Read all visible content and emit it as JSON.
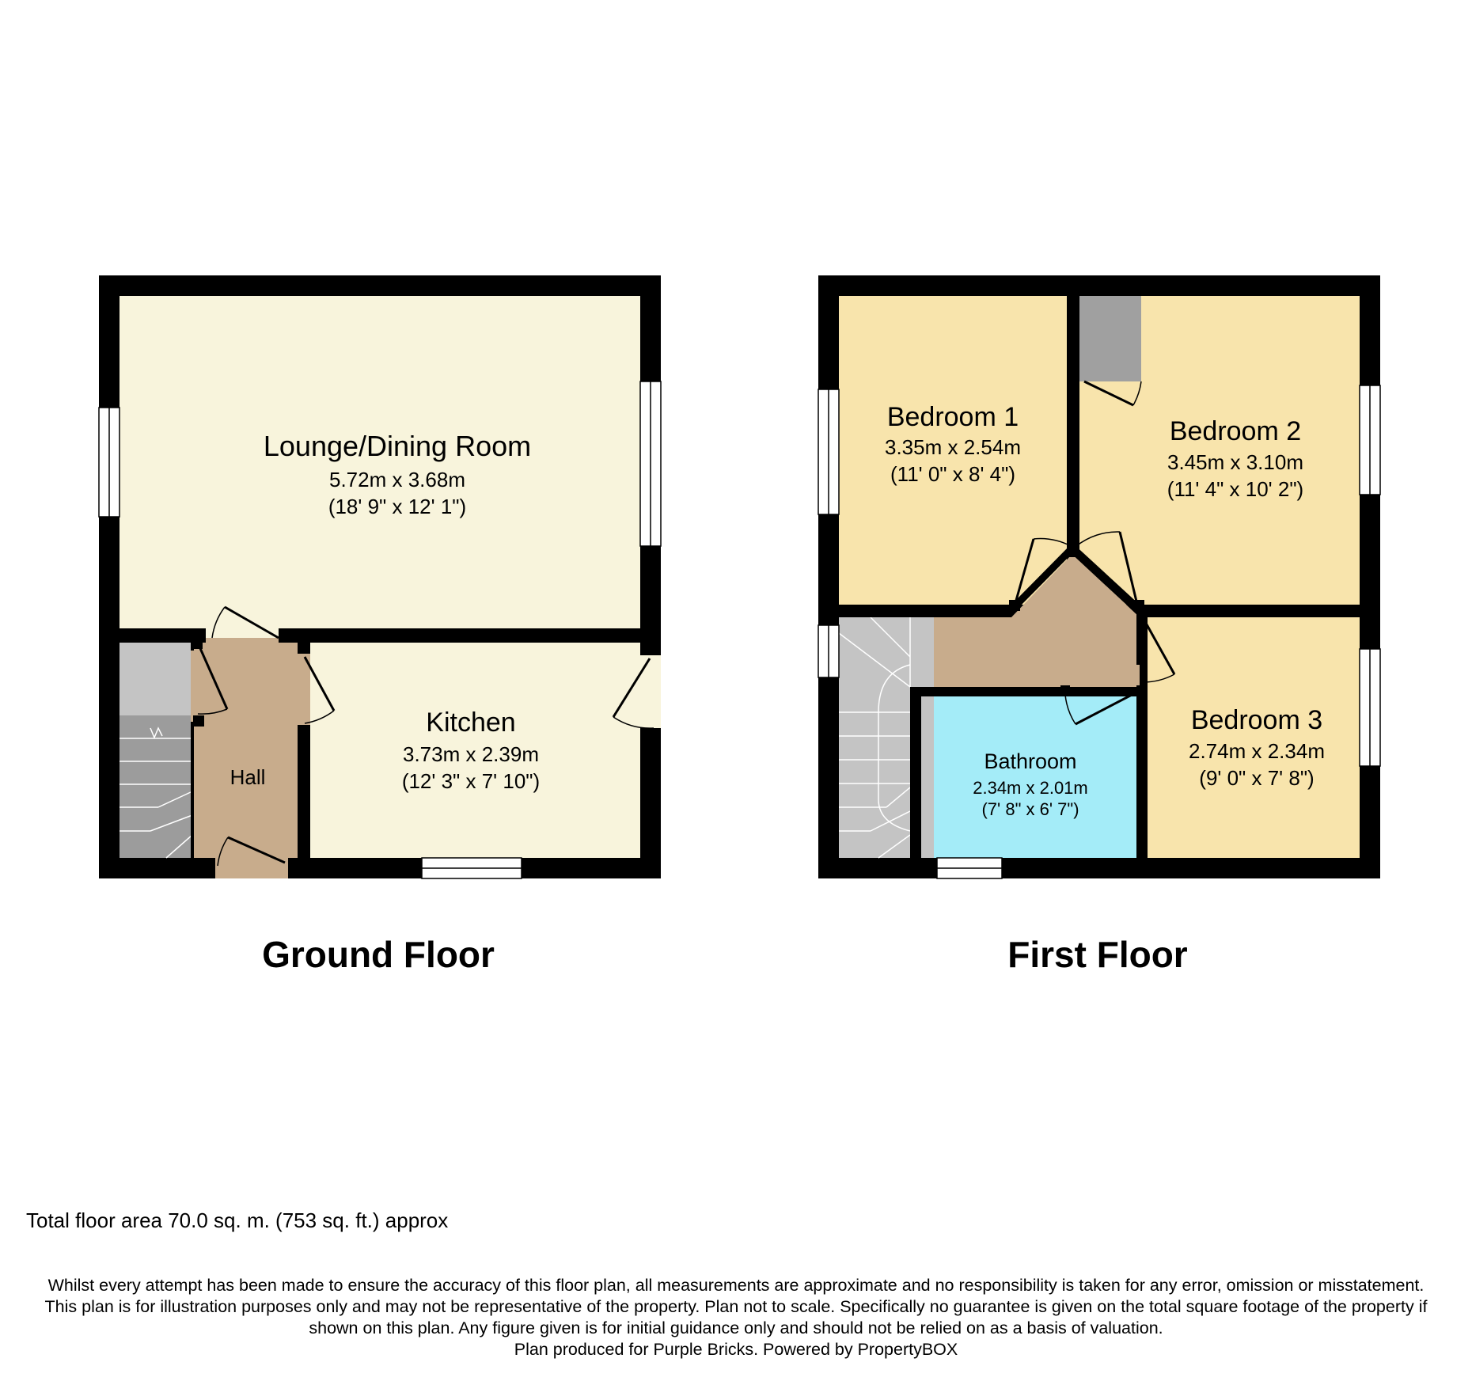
{
  "ground_floor": {
    "title": "Ground Floor",
    "rooms": {
      "lounge": {
        "name": "Lounge/Dining Room",
        "metric": "5.72m x 3.68m",
        "imperial": "(18' 9\" x 12' 1\")"
      },
      "kitchen": {
        "name": "Kitchen",
        "metric": "3.73m x 2.39m",
        "imperial": "(12' 3\" x 7' 10\")"
      },
      "hall": {
        "name": "Hall"
      }
    }
  },
  "first_floor": {
    "title": "First Floor",
    "rooms": {
      "bedroom1": {
        "name": "Bedroom 1",
        "metric": "3.35m x 2.54m",
        "imperial": "(11' 0\" x 8' 4\")"
      },
      "bedroom2": {
        "name": "Bedroom 2",
        "metric": "3.45m x 3.10m",
        "imperial": "(11' 4\" x 10' 2\")"
      },
      "bedroom3": {
        "name": "Bedroom 3",
        "metric": "2.74m x 2.34m",
        "imperial": "(9' 0\" x 7' 8\")"
      },
      "bathroom": {
        "name": "Bathroom",
        "metric": "2.34m x 2.01m",
        "imperial": "(7' 8\" x 6' 7\")"
      }
    }
  },
  "total_area": "Total floor area 70.0 sq. m. (753 sq. ft.) approx",
  "disclaimer": "Whilst every attempt has been made to ensure the accuracy of this floor plan, all measurements are approximate and no responsibility is taken for any error, omission or misstatement. This plan is for illustration purposes only and may not be representative of the property. Plan not to scale. Specifically no guarantee is given on the total square footage of the property if shown on this plan. Any figure given is for initial guidance only and should not be relied on as a basis of valuation.",
  "credit": "Plan produced for Purple Bricks. Powered by PropertyBOX",
  "colors": {
    "wall": "#000000",
    "lounge_kitchen": "#f8f4dc",
    "hall_landing": "#c8ac8c",
    "bedroom": "#f8e4ac",
    "bathroom": "#a4ecf8",
    "stairs": "#c4c4c4",
    "cupboard": "#a0a0a0"
  }
}
